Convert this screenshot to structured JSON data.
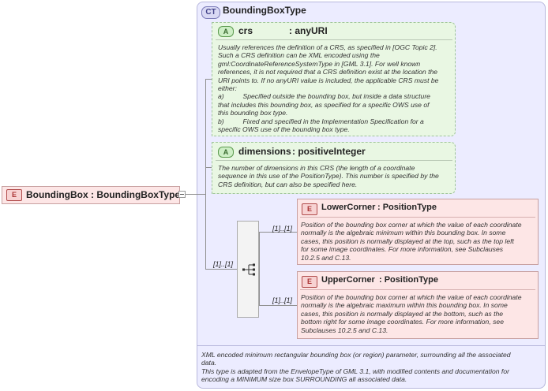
{
  "root_element": {
    "badge": "E",
    "label": "BoundingBox : BoundingBoxType"
  },
  "complex_type": {
    "badge": "CT",
    "name": "BoundingBoxType"
  },
  "attributes": [
    {
      "badge": "A",
      "name": "crs",
      "type": ": anyURI",
      "doc": [
        "Usually references the definition of a CRS, as specified in [OGC Topic 2].",
        "Such a CRS definition can be XML encoded using the",
        "gml:CoordinateReferenceSystemType in [GML 3.1]. For well known",
        "references, it is not required that a CRS definition exist at the location the",
        "URI points to. If no anyURI value is included, the applicable CRS must be",
        "either:",
        "a)          Specified outside the bounding box, but inside a data structure",
        "that includes this bounding box, as specified for a specific OWS use of",
        "this bounding box type.",
        "b)          Fixed and specified in the Implementation Specification for a",
        "specific OWS use of the bounding box type."
      ]
    },
    {
      "badge": "A",
      "name": "dimensions",
      "type": ": positiveInteger",
      "doc": [
        "The number of dimensions in this CRS (the length of a coordinate",
        "sequence in this use of the PositionType). This number is specified by the",
        "CRS definition, but can also be specified here."
      ]
    }
  ],
  "sequence": {
    "multiplicity": "[1]..[1]"
  },
  "elements": [
    {
      "badge": "E",
      "name": "LowerCorner",
      "type": ": PositionType",
      "multiplicity": "[1]..[1]",
      "doc": [
        "Position of the bounding box corner at which the value of each coordinate",
        "normally is the algebraic minimum within this bounding box. In some",
        "cases, this position is normally displayed at the top, such as the top left",
        "for some image coordinates. For more information, see Subclauses",
        "10.2.5 and C.13."
      ]
    },
    {
      "badge": "E",
      "name": "UpperCorner",
      "type": ": PositionType",
      "multiplicity": "[1]..[1]",
      "doc": [
        "Position of the bounding box corner at which the value of each coordinate",
        "normally is the algebraic maximum within this bounding box. In some",
        "cases, this position is normally displayed at the bottom, such as the",
        "bottom right for some image coordinates. For more information, see",
        "Subclauses 10.2.5 and C.13."
      ]
    }
  ],
  "type_doc": [
    "XML encoded minimum rectangular bounding box (or region) parameter, surrounding all the associated",
    "data.",
    "This type is adapted from the EnvelopeType of GML 3.1, with modified contents and documentation for",
    "encoding a MINIMUM size box SURROUNDING all associated data."
  ]
}
